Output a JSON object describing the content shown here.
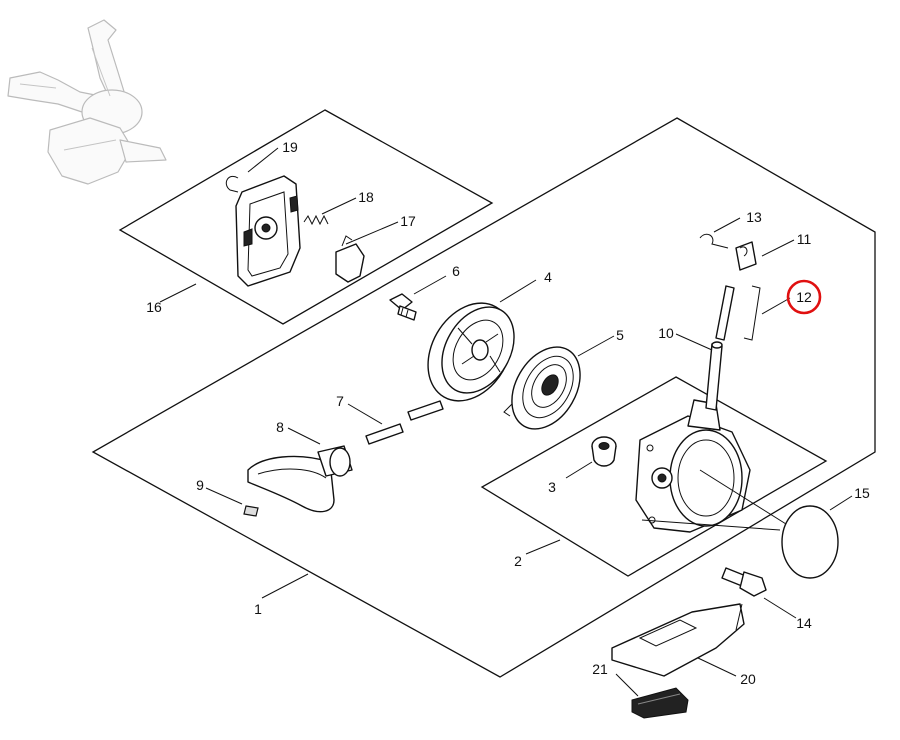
{
  "labels": [
    {
      "key": "p1",
      "text": "1"
    },
    {
      "key": "p2",
      "text": "2"
    },
    {
      "key": "p3",
      "text": "3"
    },
    {
      "key": "p4",
      "text": "4"
    },
    {
      "key": "p5",
      "text": "5"
    },
    {
      "key": "p6",
      "text": "6"
    },
    {
      "key": "p7",
      "text": "7"
    },
    {
      "key": "p8",
      "text": "8"
    },
    {
      "key": "p9",
      "text": "9"
    },
    {
      "key": "p10",
      "text": "10"
    },
    {
      "key": "p11",
      "text": "11"
    },
    {
      "key": "p12",
      "text": "12"
    },
    {
      "key": "p13",
      "text": "13"
    },
    {
      "key": "p14",
      "text": "14"
    },
    {
      "key": "p15",
      "text": "15"
    },
    {
      "key": "p16",
      "text": "16"
    },
    {
      "key": "p17",
      "text": "17"
    },
    {
      "key": "p18",
      "text": "18"
    },
    {
      "key": "p19",
      "text": "19"
    },
    {
      "key": "p20",
      "text": "20"
    },
    {
      "key": "p21",
      "text": "21"
    }
  ],
  "highlight": {
    "label": "12",
    "color": "#e01010"
  }
}
